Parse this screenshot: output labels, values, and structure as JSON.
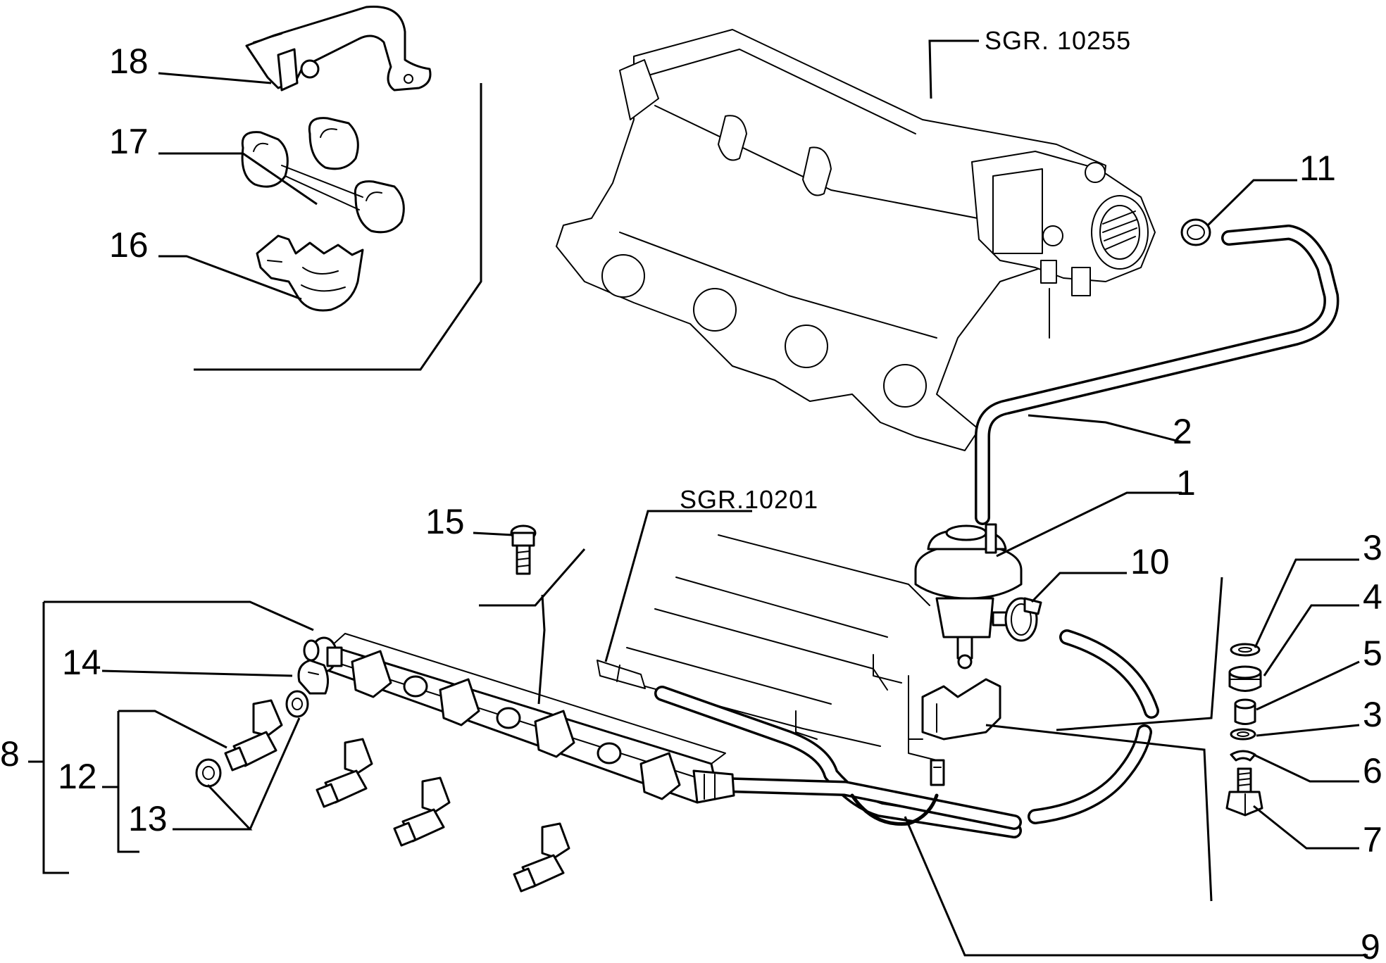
{
  "references": {
    "intake_manifold_group": "SGR. 10255",
    "engine_block_group": "SGR.10201"
  },
  "callouts": {
    "c1": "1",
    "c2": "2",
    "c3a": "3",
    "c3b": "3",
    "c4": "4",
    "c5": "5",
    "c6": "6",
    "c7": "7",
    "c8": "8",
    "c9": "9",
    "c10": "10",
    "c11": "11",
    "c12": "12",
    "c13": "13",
    "c14": "14",
    "c15": "15",
    "c16": "16",
    "c17": "17",
    "c18": "18"
  }
}
